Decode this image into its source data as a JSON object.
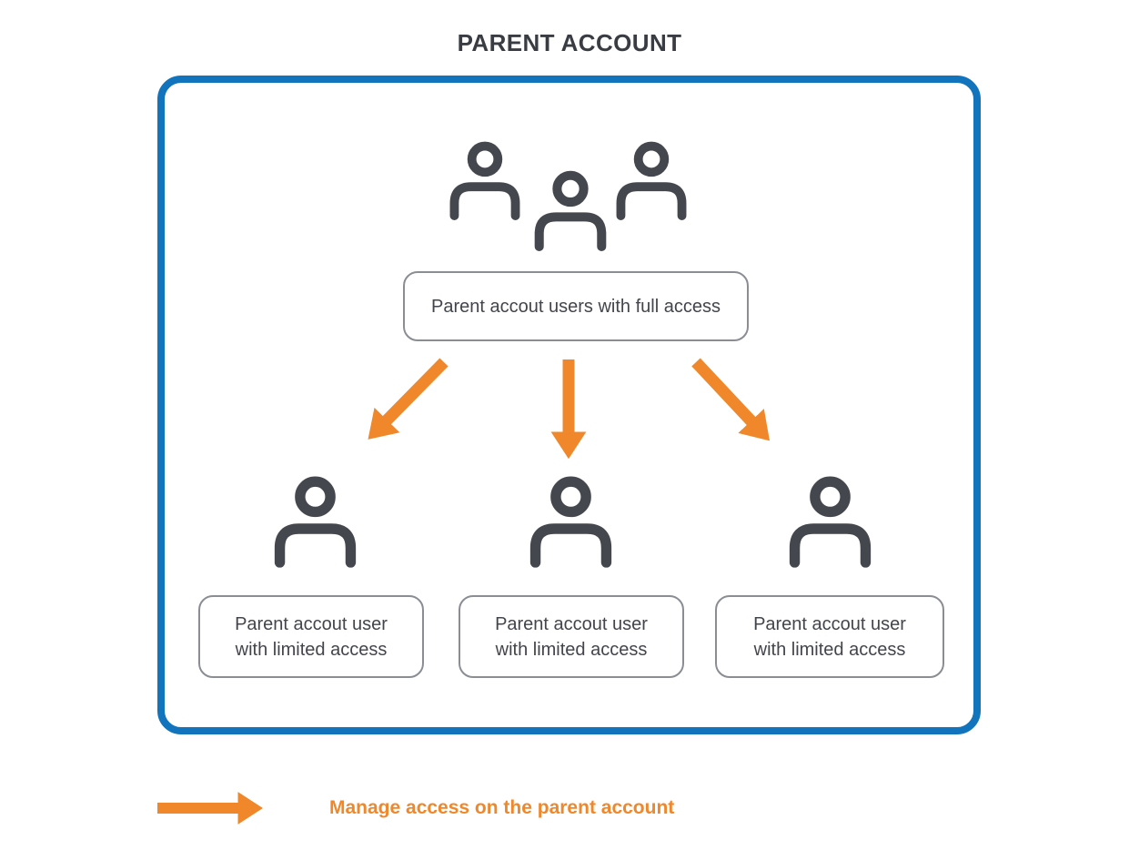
{
  "title": "PARENT ACCOUNT",
  "parent_box": {
    "full_access_label": "Parent accout users with full access",
    "limited_users": [
      {
        "line1": "Parent accout user",
        "line2": "with limited access"
      },
      {
        "line1": "Parent accout user",
        "line2": "with limited access"
      },
      {
        "line1": "Parent accout user",
        "line2": "with limited access"
      }
    ]
  },
  "legend": {
    "label": "Manage access on the parent account"
  },
  "icons": {
    "group": "users-group-icon",
    "single": "user-icon",
    "arrows": [
      "arrow-down-left-icon",
      "arrow-down-icon",
      "arrow-down-right-icon"
    ],
    "legend_arrow": "arrow-right-icon"
  },
  "colors": {
    "border_blue": "#1274BC",
    "icon_dark_gray": "#45474E",
    "arrow_orange": "#F0882B",
    "box_border_gray": "#8A8D93",
    "text_dark": "#43454C",
    "title_dark": "#3A3C43"
  }
}
